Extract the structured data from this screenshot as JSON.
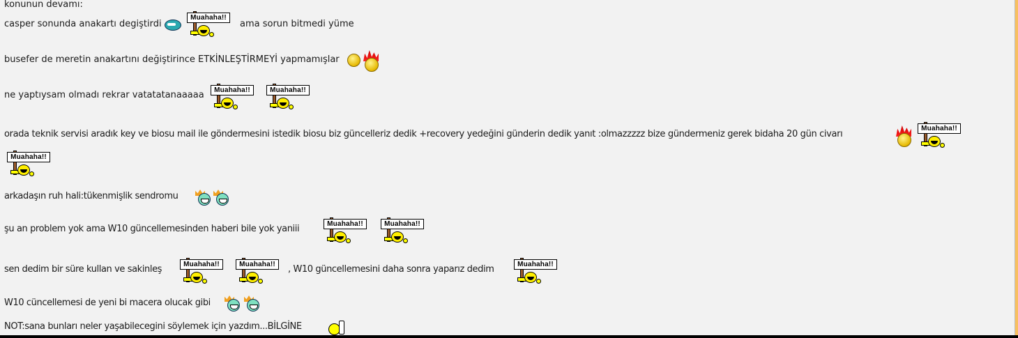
{
  "post": {
    "sign_label": "Muahaha!!",
    "lines": [
      {
        "text": "konunun devamı:"
      },
      {
        "text": "casper sonunda anakartı degiştirdi",
        "text2": "ama sorun bitmedi yüme"
      },
      {
        "text": "busefer de meretin anakartını değiştirince ETKİNLEŞTİRMEYİ yapmamışlar"
      },
      {
        "text": "ne yaptıysam olmadı rekrar vatatatanaaaaa"
      },
      {
        "text": "orada teknik servisi aradık key ve biosu mail ile göndermesini istedik biosu biz güncelleriz dedik +recovery yedeğini günderin dedik yanıt :olmazzzzz bize gündermeniz gerek bidaha 20 gün civarı"
      },
      {
        "text": "arkadaşın ruh hali:tükenmişlik sendromu"
      },
      {
        "text": "şu an problem yok ama W10 güncellemesinden haberi bile yok yaniii"
      },
      {
        "text": "sen dedim bir süre kullan ve sakinleş",
        "text2": ", W10 güncellemesini daha sonra yaparız dedim"
      },
      {
        "text": "W10 cüncellemesi de yeni bi macera olucak gibi"
      },
      {
        "text": "NOT:sana bunları neler yaşabilecegini söylemek için yazdım...BİLGİNE"
      }
    ]
  },
  "colors": {
    "background": "#f2f2f2",
    "text": "#1a1a1a",
    "border_accent": "#f8c060"
  }
}
